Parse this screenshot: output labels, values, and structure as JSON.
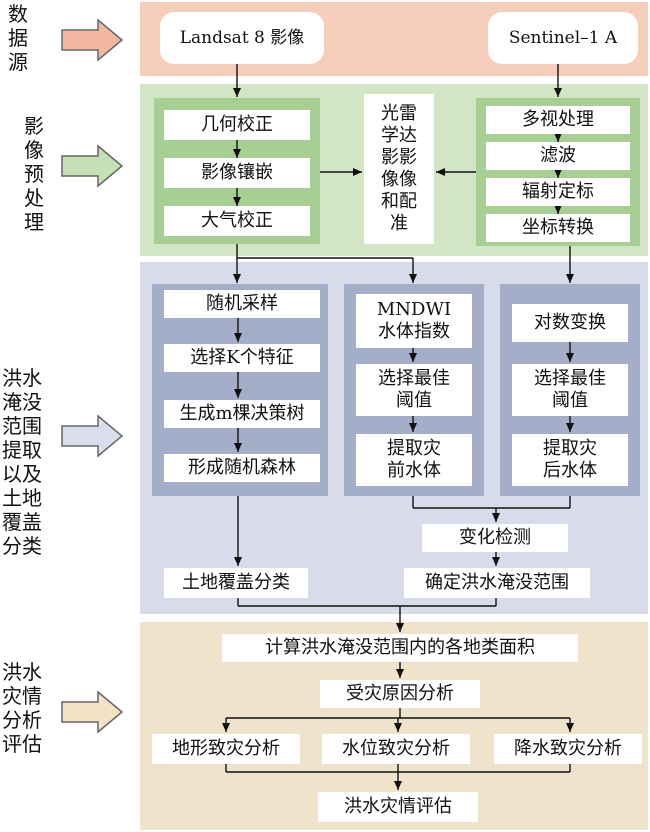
{
  "colors": {
    "band1": "#f6cdbb",
    "band2": "#d2e5c4",
    "band2_inner": "#a7cf93",
    "band3": "#d7dbea",
    "band3_inner": "#a4aec9",
    "band4": "#efe3cc",
    "arrow1": "#f4b7a0",
    "arrow2": "#c4e0b4",
    "arrow3": "#d9ddee",
    "arrow4": "#f2e3c4"
  },
  "sections": {
    "s1": "数据源",
    "s2": "影像预处理",
    "s3": "洪水淹没范围提取以及土地覆盖分类",
    "s4": "洪水灾情分析评估"
  },
  "sources": {
    "landsat": "Landsat 8 影像",
    "sentinel": "Sentinel–1 A"
  },
  "optical_pre": [
    "几何校正",
    "影像镶嵌",
    "大气校正"
  ],
  "registration": "光雷学达影影像像和配准",
  "sar_pre": [
    "多视处理",
    "滤波",
    "辐射定标",
    "坐标转换"
  ],
  "rf_steps": [
    "随机采样",
    "选择K个特征",
    "生成m棵决策树",
    "形成随机森林"
  ],
  "pre_water": [
    "MNDWI\n水体指数",
    "选择最佳\n阈值",
    "提取灾\n前水体"
  ],
  "post_water": [
    "对数变换",
    "选择最佳\n阈值",
    "提取灾\n后水体"
  ],
  "change_detection": "变化检测",
  "land_cover": "土地覆盖分类",
  "flood_extent": "确定洪水淹没范围",
  "area_calc": "计算洪水淹没范围内的各地类面积",
  "cause_analysis": "受灾原因分析",
  "factors": [
    "地形致灾分析",
    "水位致灾分析",
    "降水致灾分析"
  ],
  "final": "洪水灾情评估"
}
